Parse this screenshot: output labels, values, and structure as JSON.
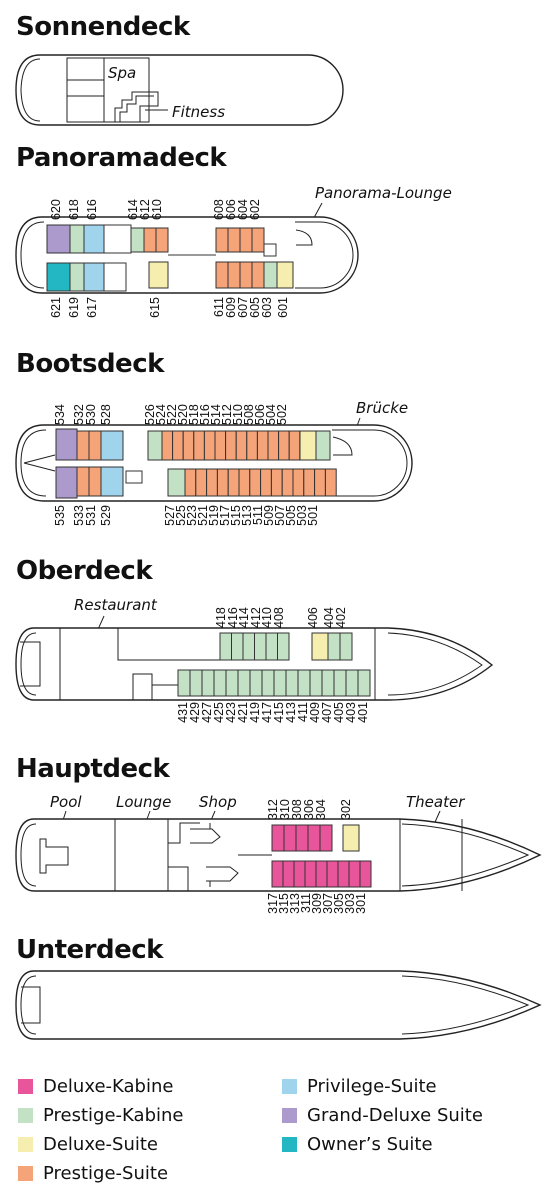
{
  "decks": {
    "sonnendeck": {
      "title": "Sonnendeck",
      "spa": "Spa",
      "fitness": "Fitness"
    },
    "panoramadeck": {
      "title": "Panoramadeck",
      "lounge": "Panorama-Lounge",
      "top": [
        "620",
        "618",
        "616",
        "614",
        "612",
        "610",
        "608",
        "606",
        "604",
        "602"
      ],
      "bottom": [
        "621",
        "619",
        "617",
        "615",
        "611",
        "609",
        "607",
        "605",
        "603",
        "601"
      ]
    },
    "bootsdeck": {
      "title": "Bootsdeck",
      "bridge": "Brücke",
      "top": [
        "534",
        "532",
        "530",
        "528",
        "526",
        "524",
        "522",
        "520",
        "518",
        "516",
        "514",
        "512",
        "510",
        "508",
        "506",
        "504",
        "502"
      ],
      "bottom": [
        "535",
        "533",
        "531",
        "529",
        "527",
        "525",
        "523",
        "521",
        "519",
        "517",
        "515",
        "513",
        "511",
        "509",
        "507",
        "505",
        "503",
        "501"
      ]
    },
    "oberdeck": {
      "title": "Oberdeck",
      "restaurant": "Restaurant",
      "top": [
        "418",
        "416",
        "414",
        "412",
        "410",
        "408",
        "406",
        "404",
        "402"
      ],
      "bottom": [
        "431",
        "429",
        "427",
        "425",
        "423",
        "421",
        "419",
        "417",
        "415",
        "413",
        "411",
        "409",
        "407",
        "405",
        "403",
        "401"
      ]
    },
    "hauptdeck": {
      "title": "Hauptdeck",
      "pool": "Pool",
      "lounge": "Lounge",
      "shop": "Shop",
      "theater": "Theater",
      "top": [
        "312",
        "310",
        "308",
        "306",
        "304",
        "302"
      ],
      "bottom": [
        "317",
        "315",
        "313",
        "311",
        "309",
        "307",
        "305",
        "303",
        "301"
      ]
    },
    "unterdeck": {
      "title": "Unterdeck"
    }
  },
  "legend": [
    {
      "label": "Deluxe-Kabine",
      "color": "#e8559a"
    },
    {
      "label": "Prestige-Kabine",
      "color": "#c3e1c4"
    },
    {
      "label": "Deluxe-Suite",
      "color": "#f6eeae"
    },
    {
      "label": "Prestige-Suite",
      "color": "#f5a47a"
    },
    {
      "label": "Privilege-Suite",
      "color": "#9fd4ec"
    },
    {
      "label": "Grand-Deluxe Suite",
      "color": "#ab9acb"
    },
    {
      "label": "Owner’s Suite",
      "color": "#23b7c3"
    }
  ]
}
